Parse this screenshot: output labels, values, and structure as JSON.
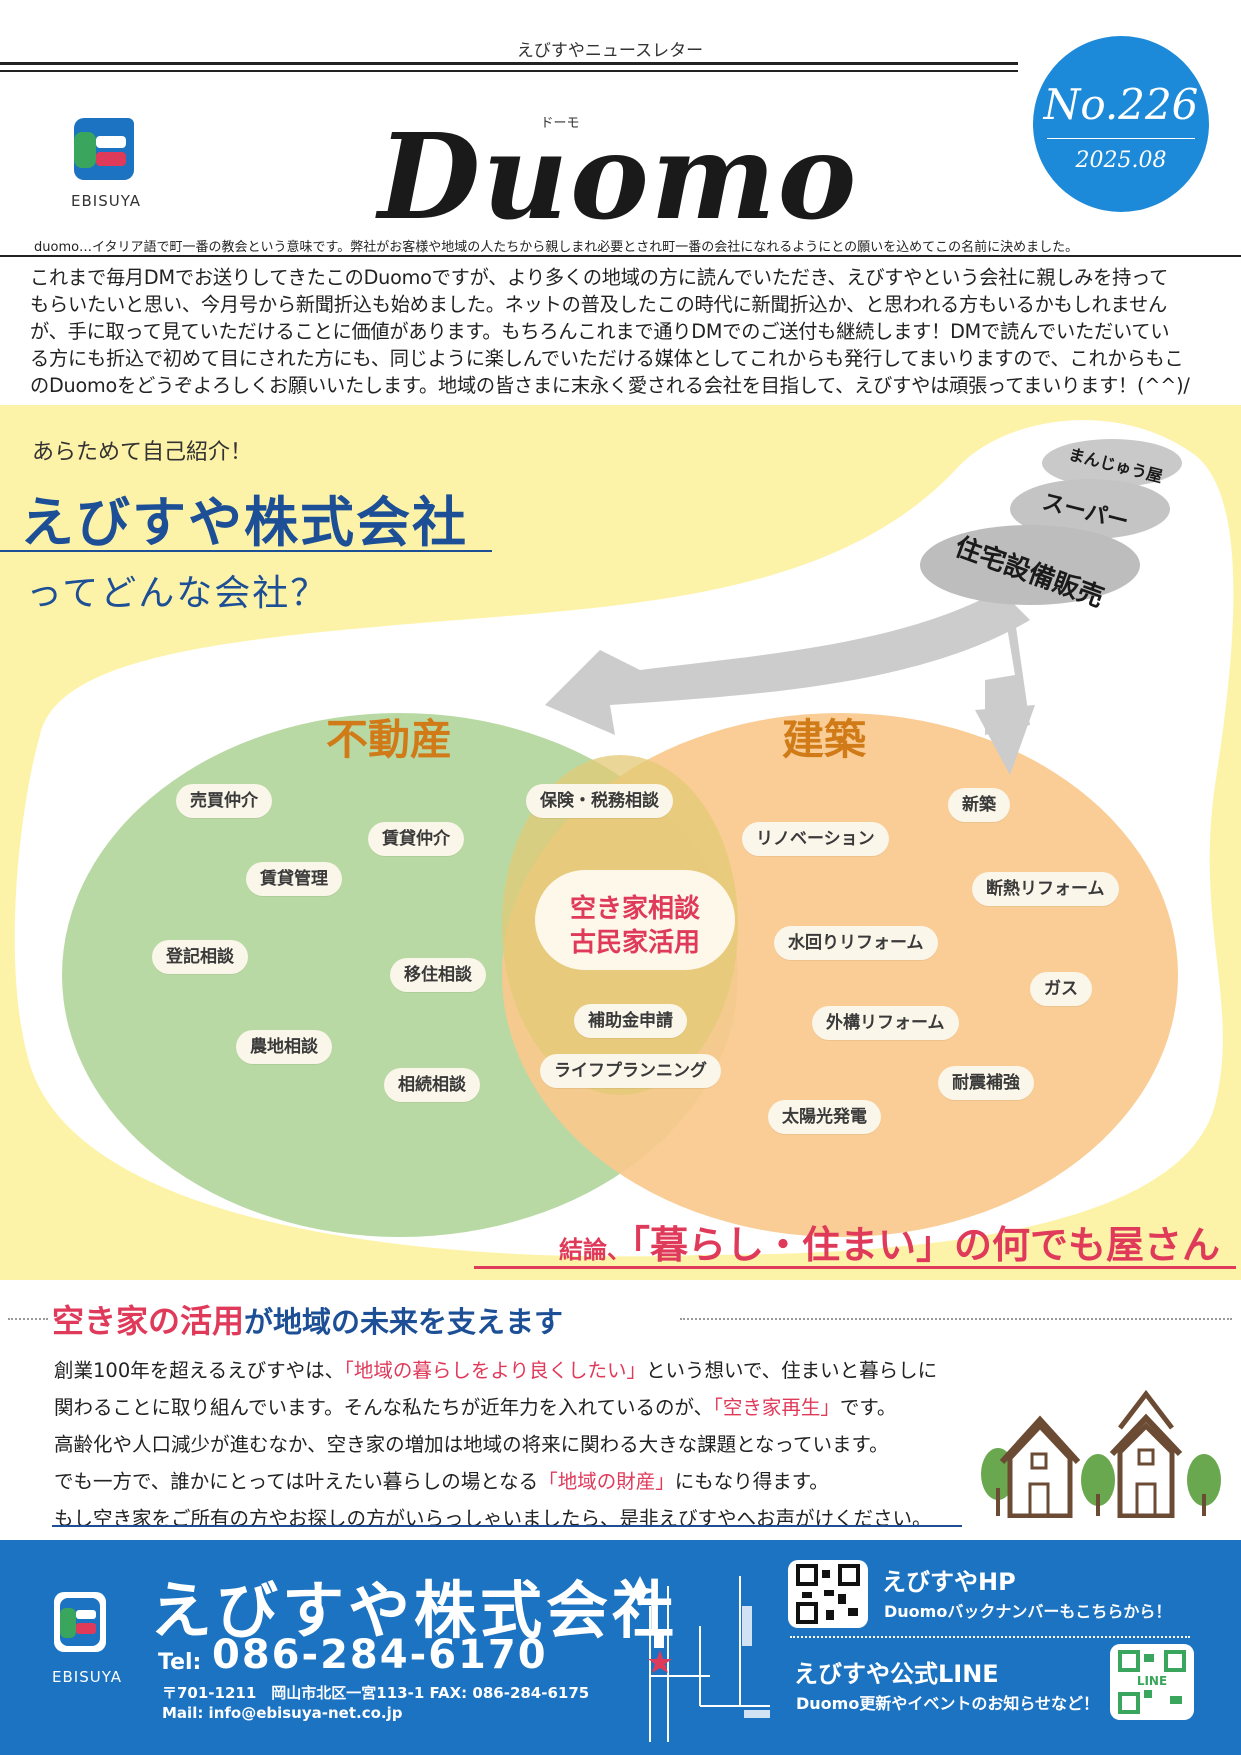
{
  "header": {
    "newsletter_label": "えびすやニュースレター",
    "logo_text": "EBISUYA",
    "title": "Duomo",
    "title_ruby": "ドーモ",
    "issue_no": "No.226",
    "issue_date": "2025.08",
    "meaning": "duomo…イタリア語で町一番の教会という意味です。弊社がお客様や地域の人たちから親しまれ必要とされ町一番の会社になれるようにとの願いを込めてこの名前に決めました。"
  },
  "intro": {
    "lines": [
      "これまで毎月DMでお送りしてきたこのDuomoですが、より多くの地域の方に読んでいただき、えびすやという会社に親しみを持って",
      "もらいたいと思い、今月号から新聞折込も始めました。ネットの普及したこの時代に新聞折込か、と思われる方もいるかもしれません",
      "が、手に取って見ていただけることに価値があります。もちろんこれまで通りDMでのご送付も継続します！DMで読んでいただいてい",
      "る方にも折込で初めて目にされた方にも、同じように楽しんでいただける媒体としてこれからも発行してまいりますので、これからもこ",
      "のDuomoをどうぞよろしくお願いいたします。地域の皆さまに末永く愛される会社を目指して、えびすやは頑張ってまいります！(^^)/"
    ]
  },
  "company_section": {
    "reintro": "あらためて自己紹介！",
    "title": "えびすや株式会社",
    "subtitle": "ってどんな会社？",
    "history_tags": [
      "まんじゅう屋",
      "スーパー",
      "住宅設備販売"
    ],
    "left_label": "不動産",
    "right_label": "建築",
    "left_items": [
      "売買仲介",
      "賃貸仲介",
      "賃貸管理",
      "登記相談",
      "移住相談",
      "農地相談",
      "相続相談"
    ],
    "overlap_items": [
      "保険・税務相談",
      "補助金申請",
      "ライフプランニング"
    ],
    "center_line1": "空き家相談",
    "center_line2": "古民家活用",
    "right_items": [
      "新築",
      "リノベーション",
      "断熱リフォーム",
      "水回りリフォーム",
      "ガス",
      "外構リフォーム",
      "耐震補強",
      "太陽光発電"
    ],
    "conclusion_prefix": "結論、",
    "conclusion_main": "「暮らし・住まい」の何でも屋さん"
  },
  "akiya_section": {
    "heading_red": "空き家の活用",
    "heading_blue": "が地域の未来を支えます",
    "line1_a": "創業100年を超えるえびすやは、",
    "line1_red": "「地域の暮らしをより良くしたい」",
    "line1_b": "という想いで、住まいと暮らしに",
    "line2_a": "関わることに取り組んでいます。そんな私たちが近年力を入れているのが、",
    "line2_red": "「空き家再生」",
    "line2_b": "です。",
    "line3": "高齢化や人口減少が進むなか、空き家の増加は地域の将来に関わる大きな課題となっています。",
    "line4_a": "でも一方で、誰かにとっては叶えたい暮らしの場となる",
    "line4_red": "「地域の財産」",
    "line4_b": "にもなり得ます。",
    "line5": "もし空き家をご所有の方やお探しの方がいらっしゃいましたら、是非えびすやへお声がけください。"
  },
  "footer": {
    "logo_text": "EBISUYA",
    "company": "えびすや株式会社",
    "tel_label": "Tel:",
    "tel": "086-284-6170",
    "address": "〒701-1211　岡山市北区一宮113-1 FAX: 086-284-6175",
    "mail": "Mail: info@ebisuya-net.co.jp",
    "hp_title": "えびすやHP",
    "hp_sub": "Duomoバックナンバーもこちらから！",
    "line_title": "えびすや公式LINE",
    "line_sub": "Duomo更新やイベントのお知らせなど！",
    "qr_line_label": "LINE"
  },
  "colors": {
    "brand_blue": "#1c73c1",
    "navy": "#1c4f96",
    "accent_red": "#e03a5a",
    "orange": "#d07a18",
    "yellow_bg": "#fdf3a8",
    "green_circle": "#b9d9a4",
    "orange_circle": "#f9c98c"
  }
}
